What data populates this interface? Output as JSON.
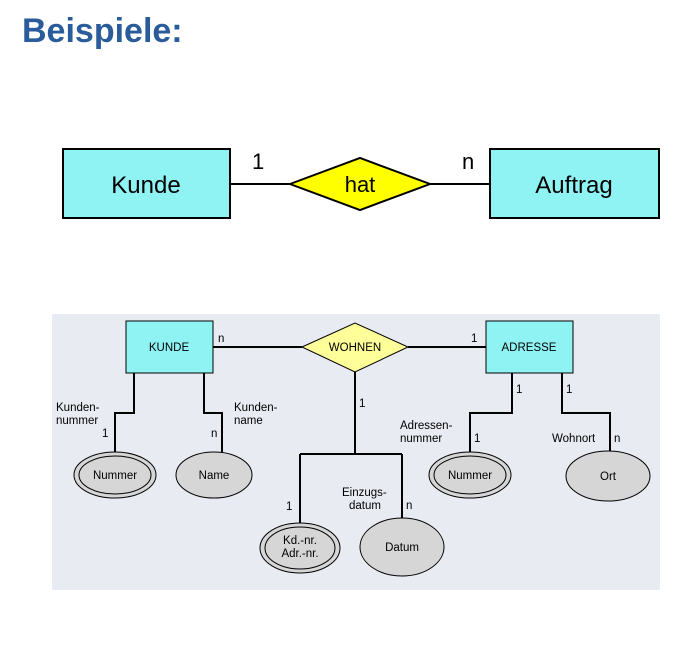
{
  "heading": "Beispiele:",
  "diagram1": {
    "entity_left": "Kunde",
    "relationship": "hat",
    "entity_right": "Auftrag",
    "card_left": "1",
    "card_right": "n"
  },
  "diagram2": {
    "entity_kunde": "KUNDE",
    "relationship": "WOHNEN",
    "entity_adresse": "ADRESSE",
    "card_kunde_rel": "n",
    "card_adresse_rel": "1",
    "card_rel_down": "1",
    "label_kundennummer_1": "Kunden-",
    "label_kundennummer_2": "nummer",
    "card_kundennummer": "1",
    "label_kundenname_1": "Kunden-",
    "label_kundenname_2": "name",
    "card_kundenname": "n",
    "label_adressennummer_1": "Adressen-",
    "label_adressennummer_2": "nummer",
    "card_adresse_left_top": "1",
    "card_adressennummer": "1",
    "label_wohnort": "Wohnort",
    "card_adresse_right_top": "1",
    "card_wohnort": "n",
    "card_kdnr": "1",
    "label_einzugsdatum_1": "Einzugs-",
    "label_einzugsdatum_2": "datum",
    "card_einzugsdatum": "n",
    "attr_nummer_kunde": "Nummer",
    "attr_name": "Name",
    "attr_kdnr_1": "Kd.-nr.",
    "attr_kdnr_2": "Adr.-nr.",
    "attr_datum": "Datum",
    "attr_nummer_adresse": "Nummer",
    "attr_ort": "Ort"
  },
  "colors": {
    "heading": "#2a5b9a",
    "entity_fill": "#8ff3f3",
    "relationship_fill": "#ffff00",
    "relationship_fill_light": "#ffff99",
    "attribute_fill": "#d6d6d6",
    "panel_bg": "#e9ebf3"
  }
}
